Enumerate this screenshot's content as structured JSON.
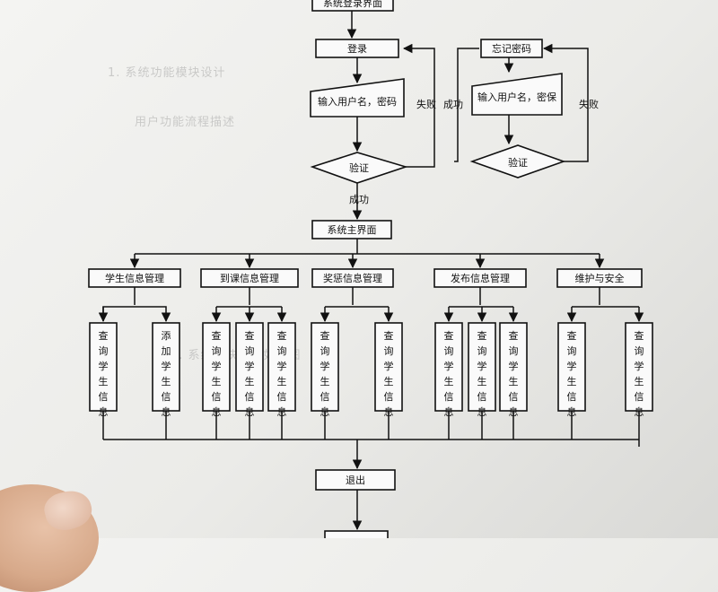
{
  "nodes": {
    "title_top": "系统登录界面",
    "login": "登录",
    "forgot": "忘记密码",
    "input_login": "输入用户名，密码",
    "input_forgot": "输入用户名，密保",
    "verify_login": "验证",
    "verify_forgot": "验证",
    "main": "系统主界面",
    "exit": "退出"
  },
  "edge_labels": {
    "fail_login": "失败",
    "success_forgot": "成功",
    "fail_forgot": "失败",
    "success_login": "成功"
  },
  "modules": [
    {
      "name": "学生信息管理",
      "subs": [
        "查询学生信息",
        "添加学生信息"
      ]
    },
    {
      "name": "到课信息管理",
      "subs": [
        "查询学生信息",
        "查询学生信息",
        "查询学生信息"
      ]
    },
    {
      "name": "奖惩信息管理",
      "subs": [
        "查询学生信息",
        "查询学生信息"
      ]
    },
    {
      "name": "发布信息管理",
      "subs": [
        "查询学生信息",
        "查询学生信息",
        "查询学生信息"
      ]
    },
    {
      "name": "维护与安全",
      "subs": [
        "查询学生信息",
        "查询学生信息"
      ]
    }
  ],
  "background_text": [
    "1. 系统功能模块设计",
    "用户功能流程描述",
    "1. 系统模块设计如上图"
  ]
}
